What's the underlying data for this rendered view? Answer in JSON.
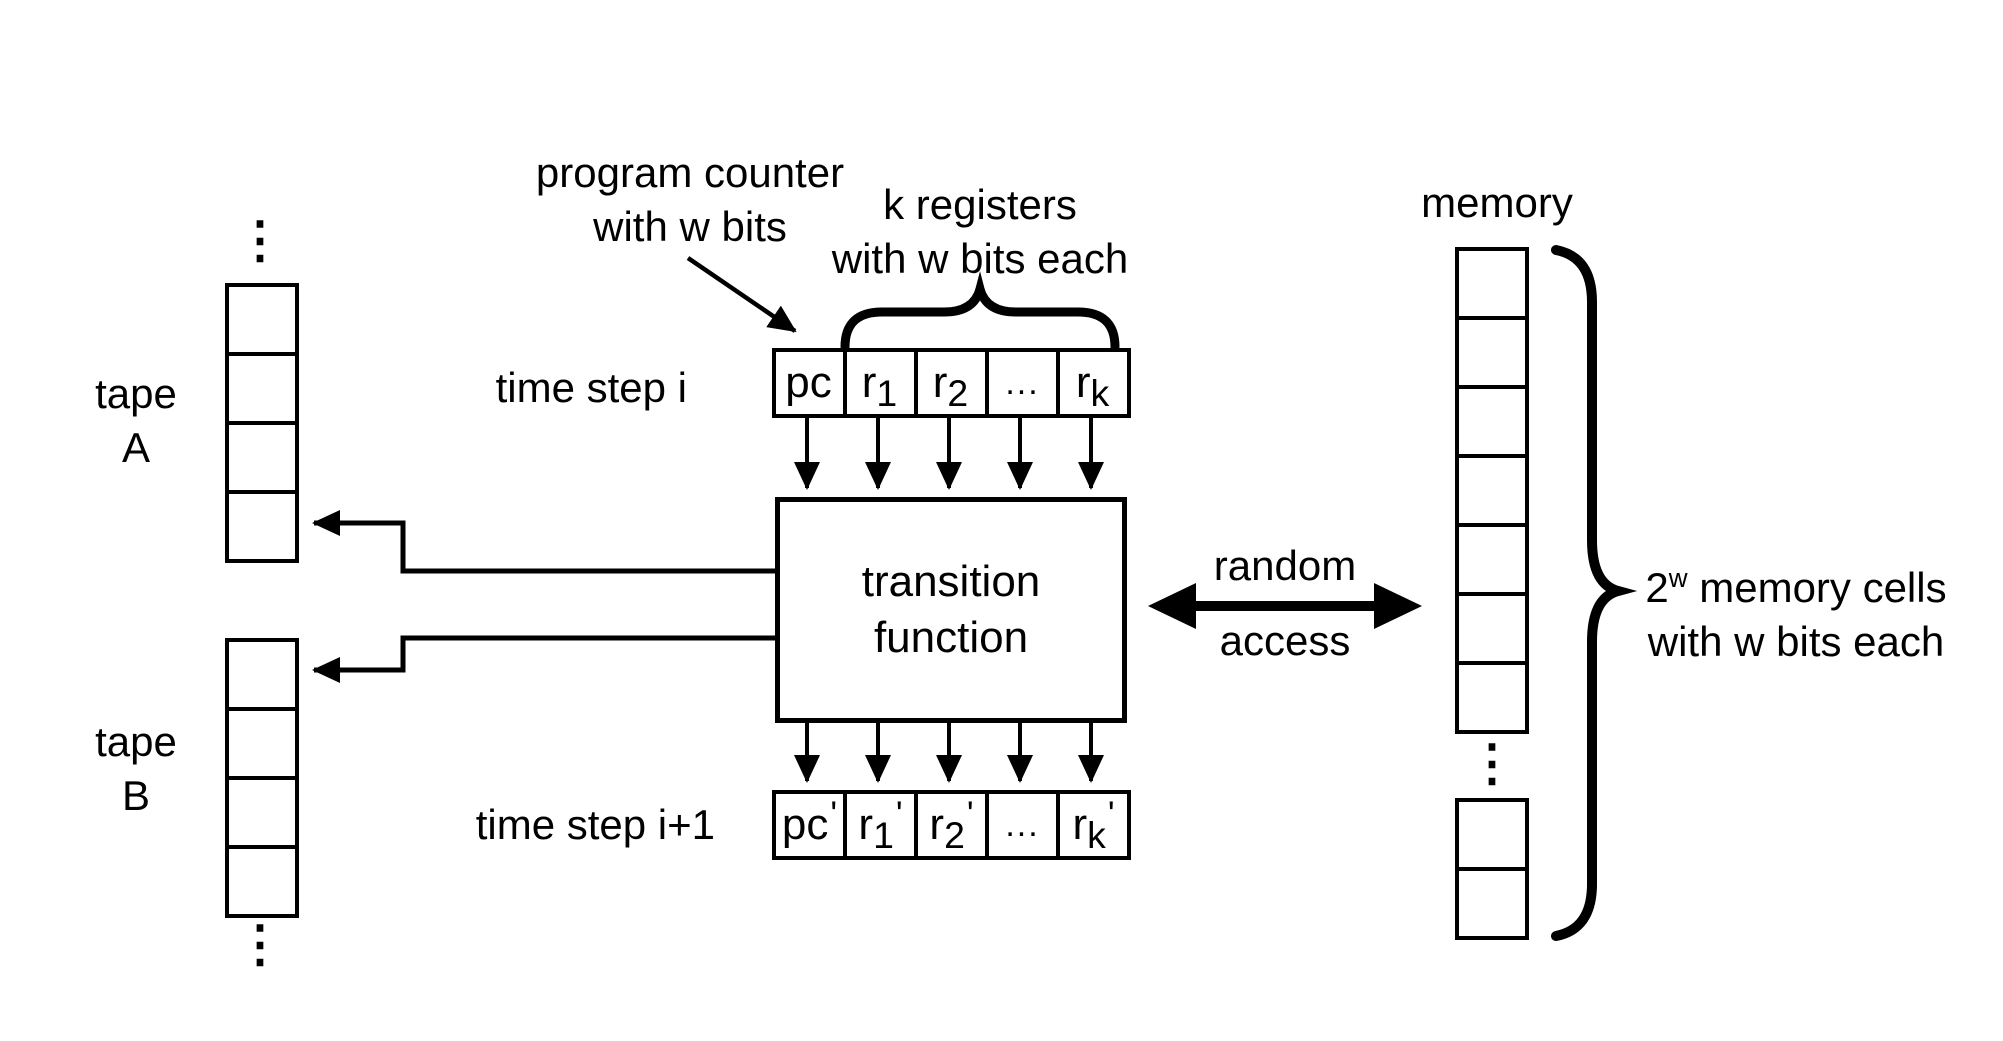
{
  "colors": {
    "ink": "#000000",
    "background": "#ffffff"
  },
  "labels": {
    "program_counter_line1": "program counter",
    "program_counter_line2": "with w bits",
    "k_registers_line1": "k registers",
    "k_registers_line2": "with w bits each",
    "time_step_i": "time step i",
    "time_step_i_plus_1": "time step i+1",
    "transition_line1": "transition",
    "transition_line2": "function",
    "random": "random",
    "access": "access",
    "memory": "memory",
    "mem_cells_base": "2",
    "mem_cells_sup": "w",
    "mem_cells_rest": " memory cells",
    "mem_cells_line2": "with w bits each",
    "tape_word": "tape",
    "tape_a_letter": "A",
    "tape_b_letter": "B",
    "vertical_ellipsis": "⋮"
  },
  "top_row": {
    "cells": [
      {
        "base": "pc",
        "sub": "",
        "prime": ""
      },
      {
        "base": "r",
        "sub": "1",
        "prime": ""
      },
      {
        "base": "r",
        "sub": "2",
        "prime": ""
      },
      {
        "base": "...",
        "sub": "",
        "prime": ""
      },
      {
        "base": "r",
        "sub": "k",
        "prime": ""
      }
    ]
  },
  "bottom_row": {
    "cells": [
      {
        "base": "pc",
        "sub": "",
        "prime": "'"
      },
      {
        "base": "r",
        "sub": "1",
        "prime": "'"
      },
      {
        "base": "r",
        "sub": "2",
        "prime": "'"
      },
      {
        "base": "...",
        "sub": "",
        "prime": ""
      },
      {
        "base": "r",
        "sub": "k",
        "prime": "'"
      }
    ]
  },
  "structure": {
    "tape_a_cells": 4,
    "tape_b_cells": 4,
    "memory_main_cells": 7,
    "memory_extra_cells": 2,
    "register_cells_per_row": 5
  }
}
